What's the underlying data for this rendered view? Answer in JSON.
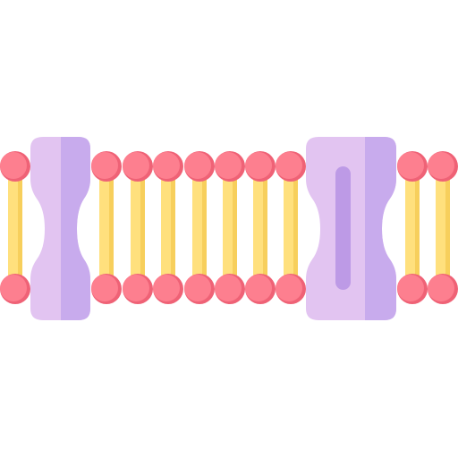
{
  "illustration": {
    "subject": "cell-membrane-bilayer-icon",
    "colors": {
      "phospholipid_head": "#fd7f8f",
      "phospholipid_head_shade": "#ef6276",
      "fatty_acid_tail": "#ffe07d",
      "fatty_acid_tail_shade": "#f7cf5c",
      "protein_light": "#e2c4f1",
      "protein_mid": "#d1b3ef",
      "protein_dark": "#c8abed",
      "protein_groove": "#bd9ae6"
    },
    "lipid_columns": [
      {
        "name": "lipid-1"
      },
      {
        "name": "lipid-2"
      },
      {
        "name": "lipid-3"
      },
      {
        "name": "lipid-4"
      },
      {
        "name": "lipid-5"
      },
      {
        "name": "lipid-6"
      },
      {
        "name": "lipid-7"
      },
      {
        "name": "lipid-8"
      },
      {
        "name": "lipid-9"
      },
      {
        "name": "lipid-10"
      },
      {
        "name": "lipid-11"
      }
    ],
    "proteins": [
      {
        "name": "small-channel-protein"
      },
      {
        "name": "large-channel-protein"
      }
    ]
  }
}
